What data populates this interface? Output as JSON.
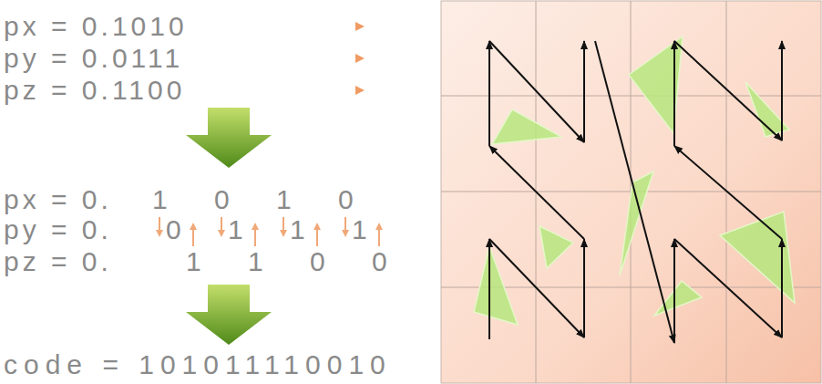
{
  "diagram": {
    "labels": [
      "px = 0.1010",
      "py = 0.0111",
      "pz = 0.1100",
      "px = 0.",
      "1",
      "0",
      "1",
      "0",
      "py = 0.",
      "0",
      "1",
      "1",
      "1",
      "pz = 0.",
      "1",
      "1",
      "0",
      "0",
      "code = 101011110010"
    ]
  }
}
